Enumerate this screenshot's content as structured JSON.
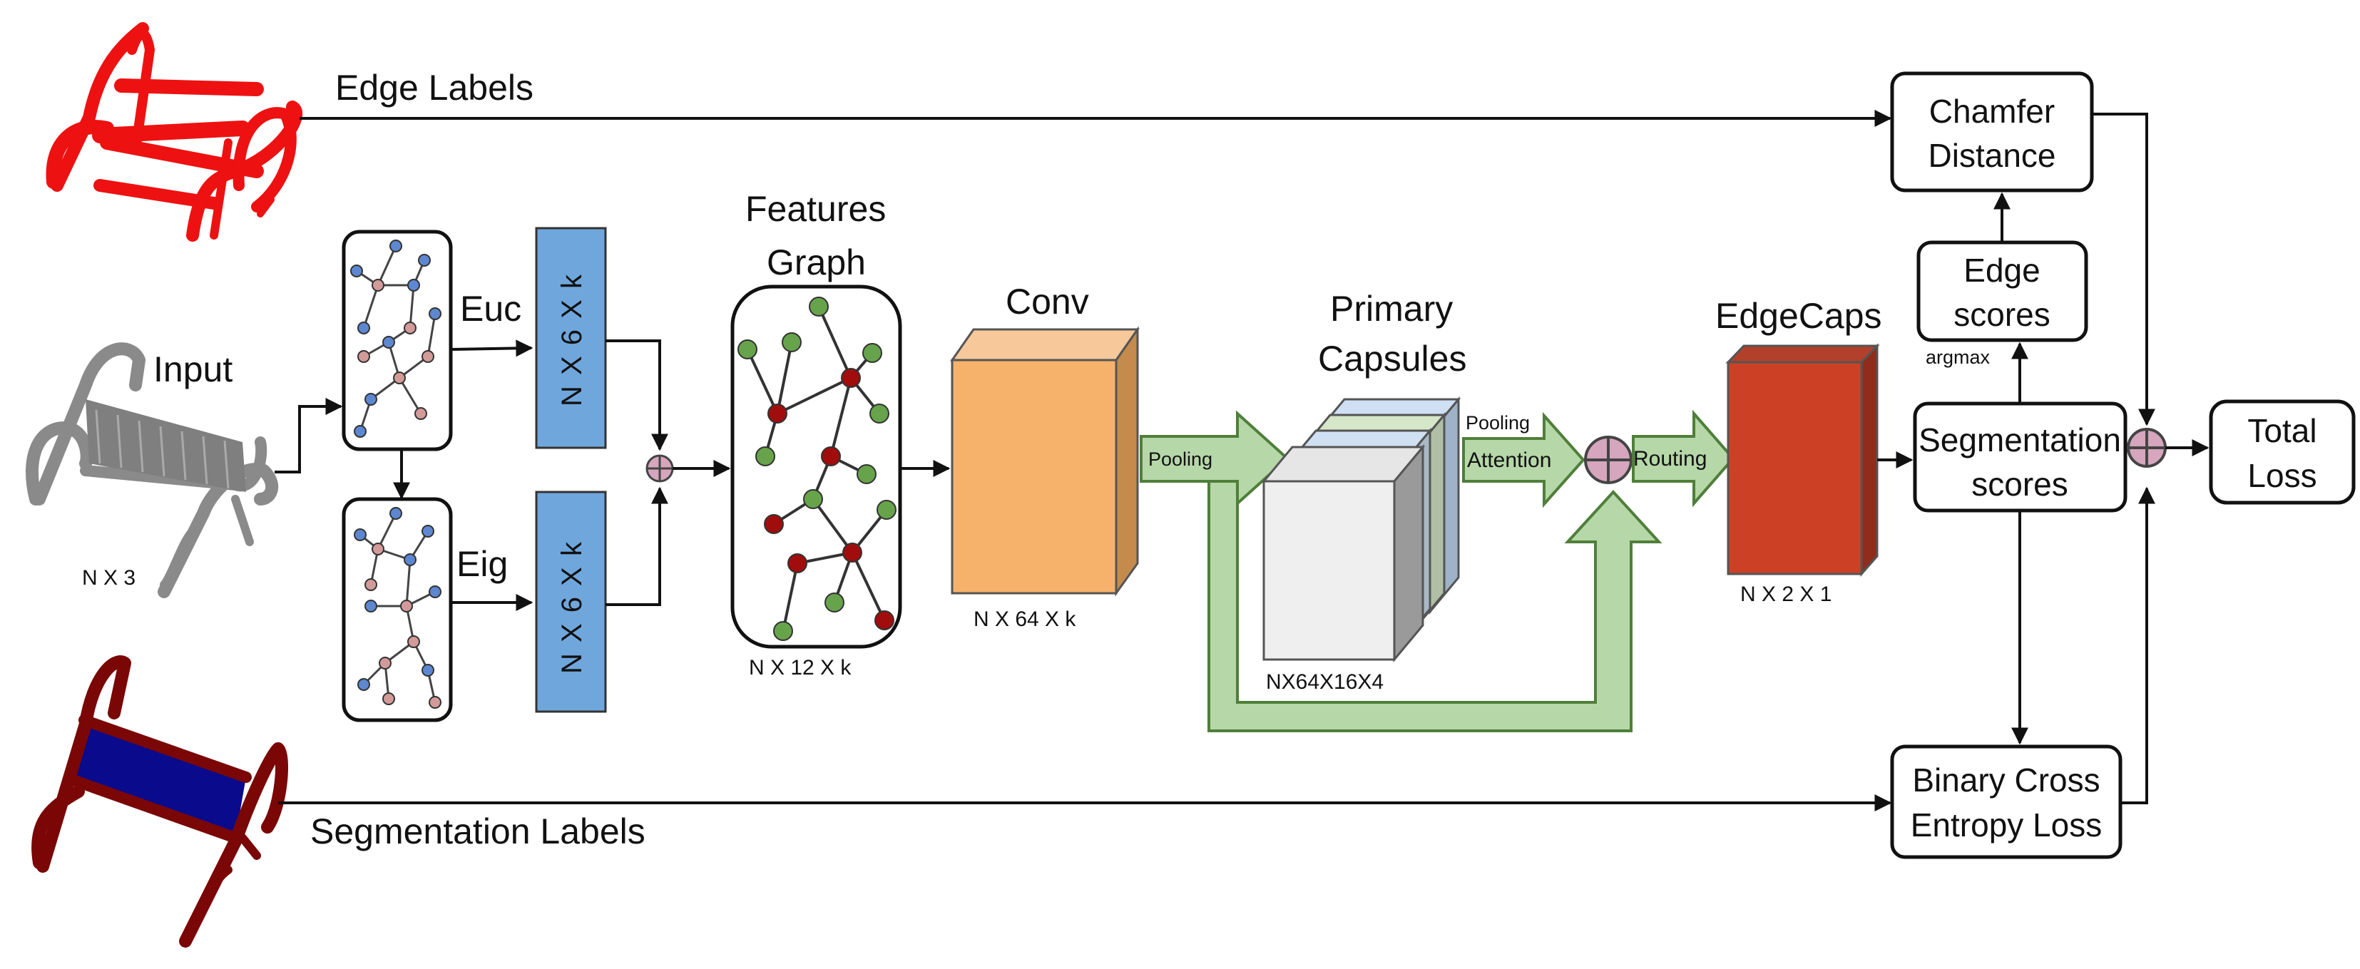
{
  "labels": {
    "edge_labels": "Edge Labels",
    "segmentation_labels": "Segmentation Labels",
    "input": "Input",
    "input_dim": "N X 3",
    "euc": "Euc",
    "eig": "Eig",
    "euc_dim": "N X 6 X k",
    "eig_dim": "N X 6 X k",
    "features_graph_line1": "Features",
    "features_graph_line2": "Graph",
    "features_dim": "N X 12 X k",
    "conv": "Conv",
    "conv_dim": "N X 64 X k",
    "pooling": "Pooling",
    "primary_capsules_line1": "Primary",
    "primary_capsules_line2": "Capsules",
    "capsules_dim": "NX64X16X4",
    "attention_pooling": "Pooling",
    "attention": "Attention",
    "routing": "Routing",
    "edgecaps": "EdgeCaps",
    "edgecaps_dim": "N X 2 X 1",
    "chamfer_line1": "Chamfer",
    "chamfer_line2": "Distance",
    "edge_scores_line1": "Edge",
    "edge_scores_line2": "scores",
    "argmax": "argmax",
    "seg_scores_line1": "Segmentation",
    "seg_scores_line2": "scores",
    "bce_line1": "Binary Cross",
    "bce_line2": "Entropy Loss",
    "total_line1": "Total",
    "total_line2": "Loss"
  },
  "colors": {
    "edge_chair": "#ee1111",
    "input_chair": "#8a8a8a",
    "seg_chair_frame": "#7a0606",
    "seg_chair_seat": "#0a0a8c",
    "node_blue": "#5d87d0",
    "node_pink": "#d39a9a",
    "node_green": "#67a34b",
    "node_red": "#a10d0d",
    "dim_bar": "#6fa7dc",
    "conv_front": "#f6b26b",
    "conv_top": "#f7c99a",
    "conv_side": "#c58b4d",
    "edgecaps_front": "#cc4125",
    "edgecaps_top": "#b3402a",
    "edgecaps_side": "#8f2d1a",
    "flow_arrow": "#b6d7a8",
    "sum_node": "#d5a6bd"
  }
}
